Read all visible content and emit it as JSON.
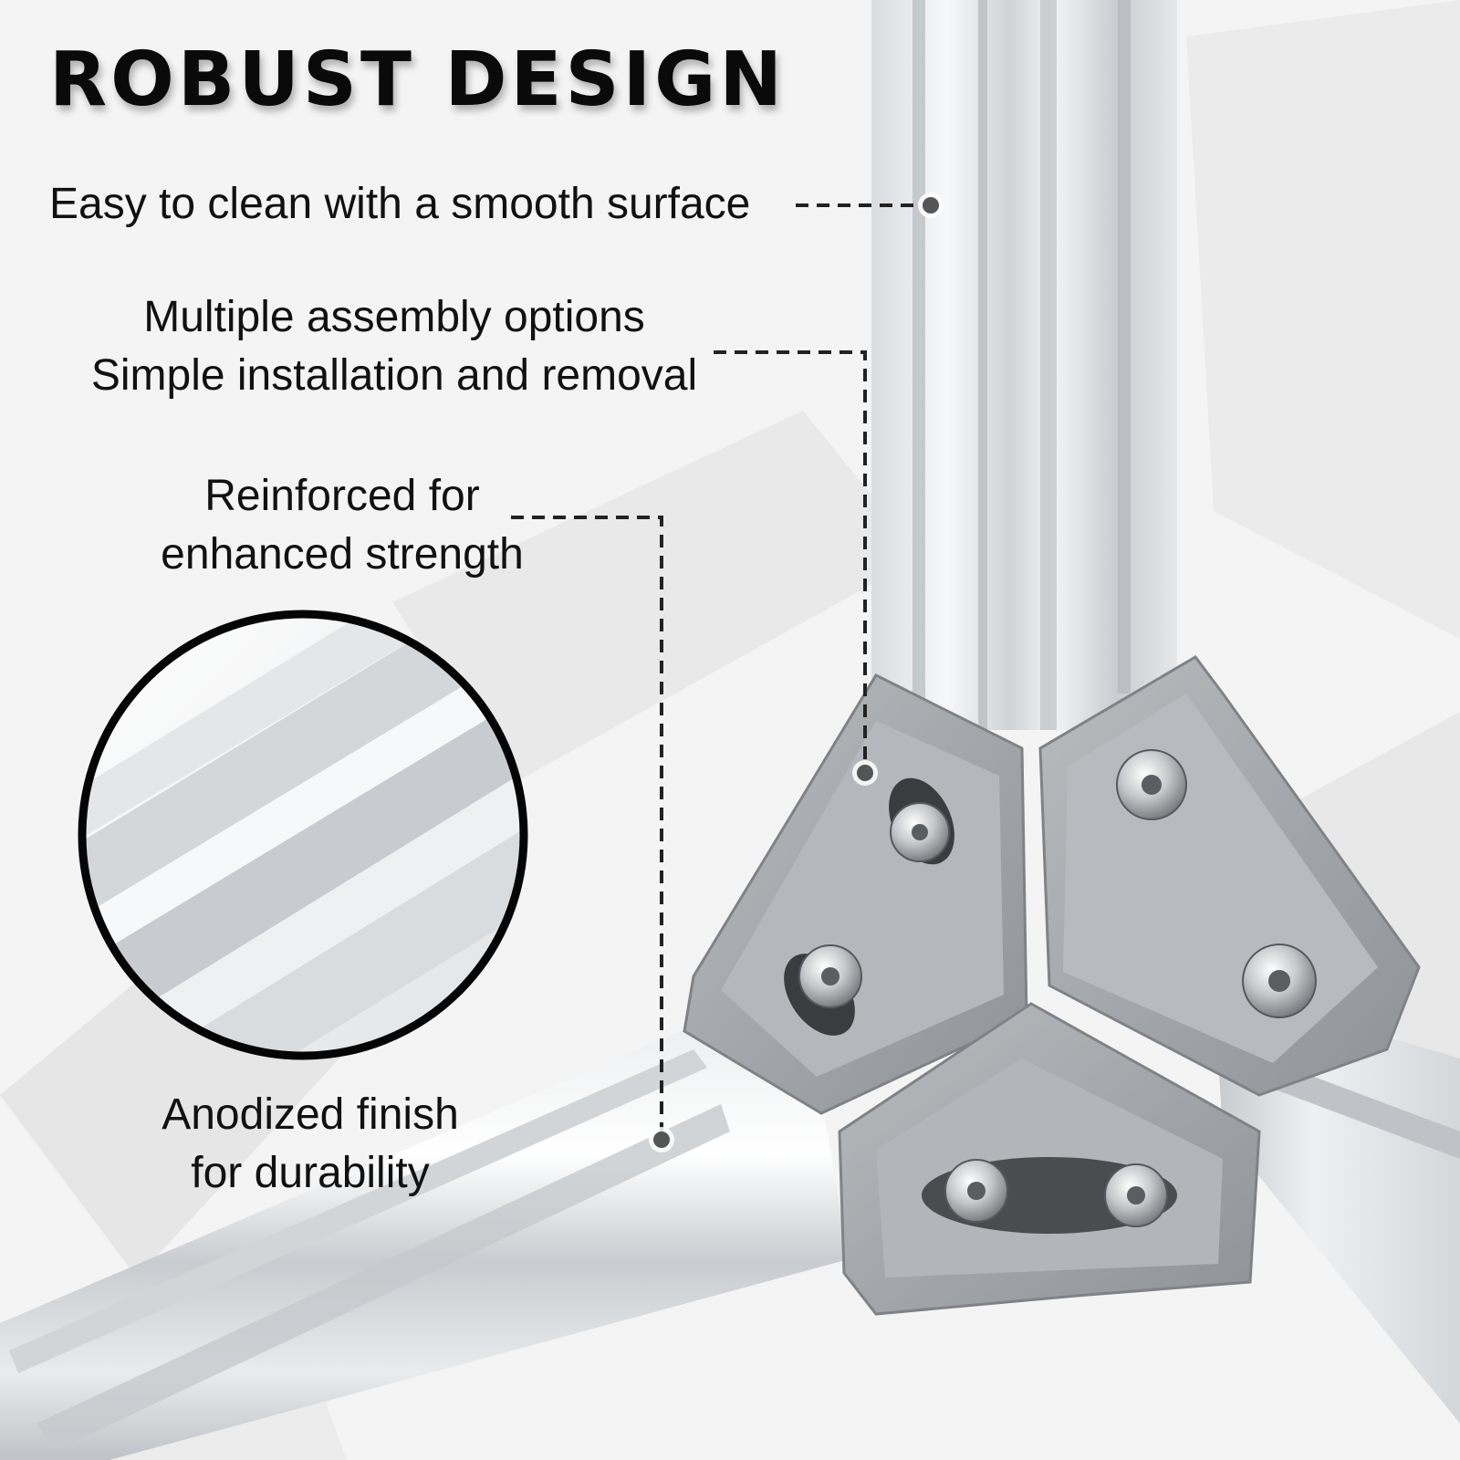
{
  "headline": "ROBUST DESIGN",
  "callouts": {
    "surface": "Easy to clean with a smooth surface",
    "assembly": [
      "Multiple assembly options",
      "Simple installation and removal"
    ],
    "strength": [
      "Reinforced for",
      "enhanced strength"
    ],
    "finish": [
      "Anodized finish",
      "for durability"
    ]
  },
  "icons": [
    "corner-bracket-connector",
    "aluminum-profile-rail",
    "hex-socket-screw",
    "zoom-circle-detail"
  ],
  "colors": {
    "headline": "#0a0a0a",
    "text": "#111111",
    "leader_line": "#222222",
    "marker_dot": "#555555",
    "background": "#f4f4f4"
  }
}
